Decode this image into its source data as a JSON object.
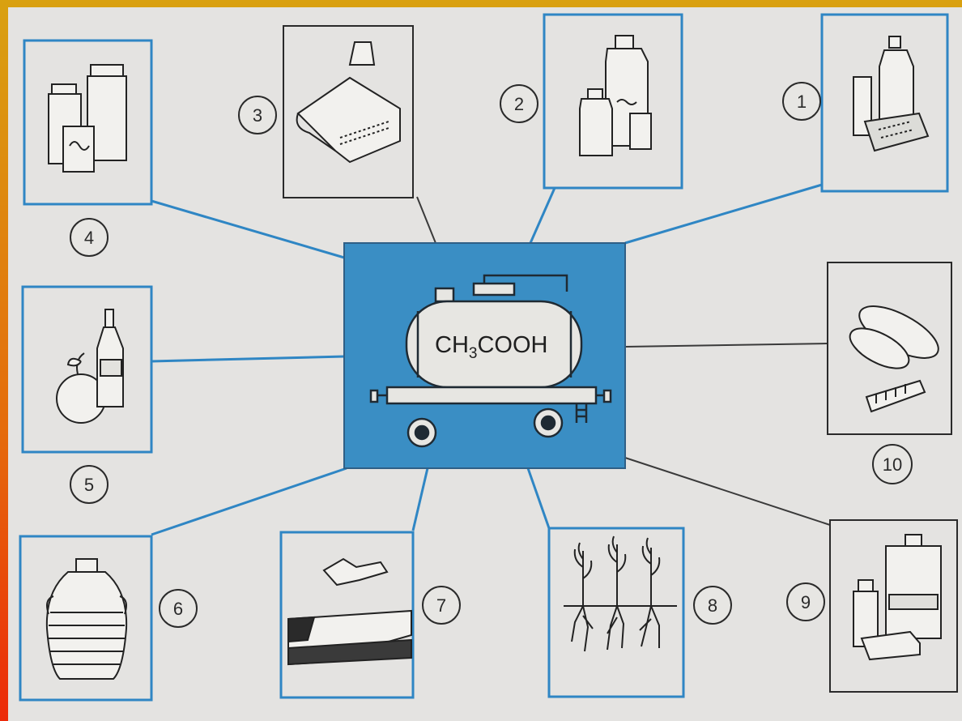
{
  "center": {
    "formula_main": "CH",
    "formula_sub": "3",
    "formula_tail": "COOH",
    "box_color": "#3a8ec4"
  },
  "nodes": [
    {
      "id": "1",
      "label": "1",
      "icon": "medicine-bottle-tablets-icon",
      "frame_color": "#2f86c4"
    },
    {
      "id": "2",
      "label": "2",
      "icon": "chemical-jars-icon",
      "frame_color": "#2f86c4"
    },
    {
      "id": "3",
      "label": "3",
      "icon": "fabric-roll-dye-icon",
      "frame_color": "#2a2a2a"
    },
    {
      "id": "4",
      "label": "4",
      "icon": "food-jars-icon",
      "frame_color": "#2f86c4"
    },
    {
      "id": "5",
      "label": "5",
      "icon": "fruit-and-vinegar-bottle-icon",
      "frame_color": "#2f86c4"
    },
    {
      "id": "6",
      "label": "6",
      "icon": "amphora-vessel-icon",
      "frame_color": "#2f86c4"
    },
    {
      "id": "7",
      "label": "7",
      "icon": "film-and-photo-icon",
      "frame_color": "#2f86c4"
    },
    {
      "id": "8",
      "label": "8",
      "icon": "plant-seedlings-icon",
      "frame_color": "#2f86c4"
    },
    {
      "id": "9",
      "label": "9",
      "icon": "cosmetic-bottles-icon",
      "frame_color": "#2a2a2a"
    },
    {
      "id": "10",
      "label": "10",
      "icon": "plastic-film-reel-icon",
      "frame_color": "#2a2a2a"
    }
  ],
  "colors": {
    "frame_gradient_top": "#d9a110",
    "frame_gradient_bottom": "#ec2a0a",
    "blue": "#2f86c4",
    "ink": "#2a2a2a",
    "paper": "#e4e3e1"
  }
}
